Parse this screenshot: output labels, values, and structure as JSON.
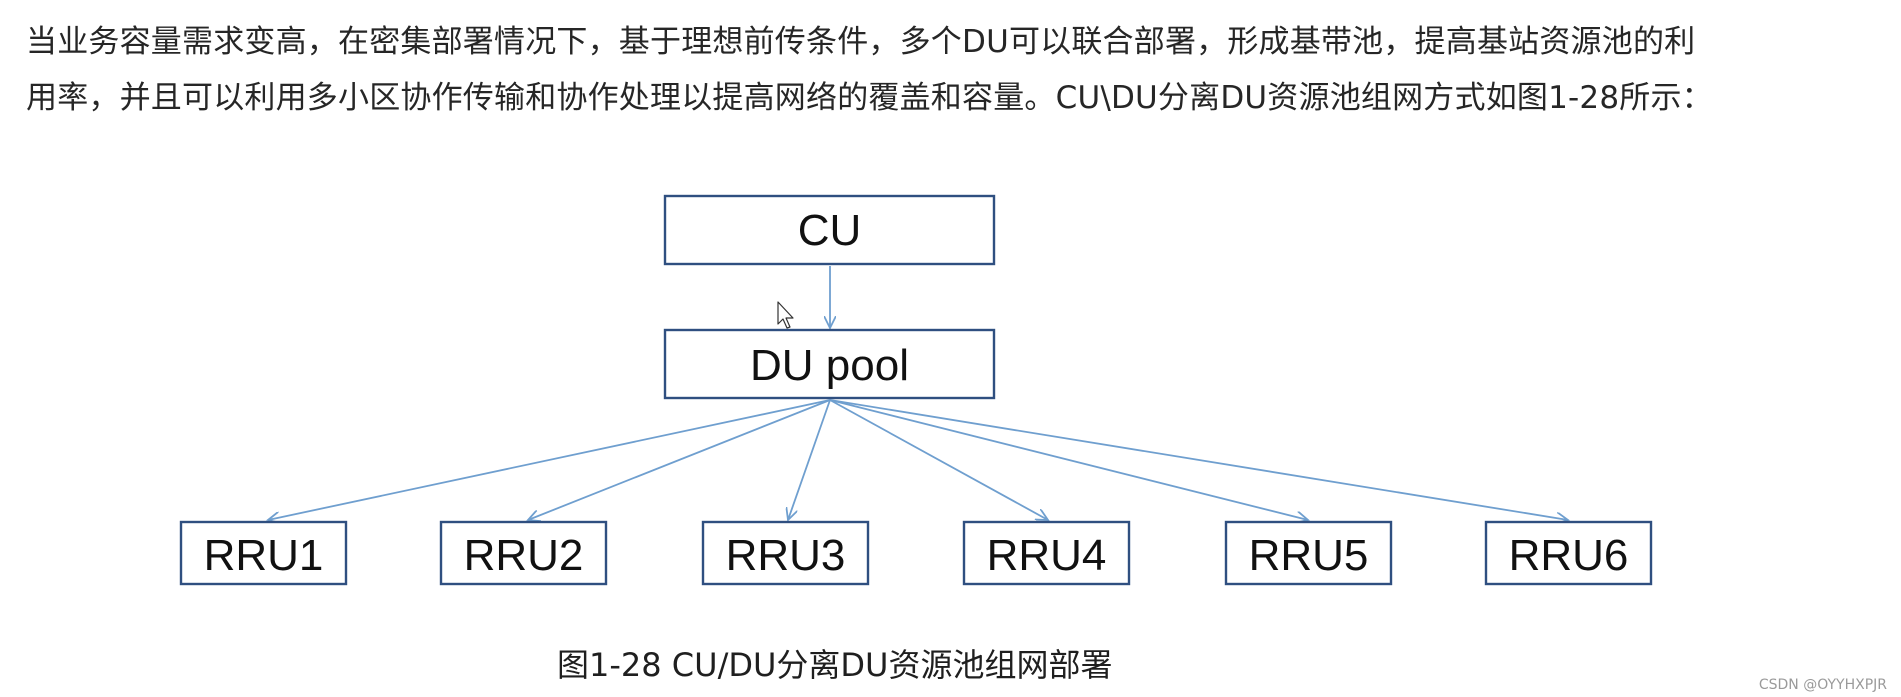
{
  "paragraph": {
    "line1": "当业务容量需求变高，在密集部署情况下，基于理想前传条件，多个DU可以联合部署，形成基带池，提高基站资源池的利",
    "line2": "用率，并且可以利用多小区协作传输和协作处理以提高网络的覆盖和容量。CU\\DU分离DU资源池组网方式如图1-28所示："
  },
  "diagram": {
    "nodes": {
      "cu": "CU",
      "du_pool": "DU pool",
      "rru": [
        "RRU1",
        "RRU2",
        "RRU3",
        "RRU4",
        "RRU5",
        "RRU6"
      ]
    },
    "edges": [
      [
        "CU",
        "DU pool"
      ],
      [
        "DU pool",
        "RRU1"
      ],
      [
        "DU pool",
        "RRU2"
      ],
      [
        "DU pool",
        "RRU3"
      ],
      [
        "DU pool",
        "RRU4"
      ],
      [
        "DU pool",
        "RRU5"
      ],
      [
        "DU pool",
        "RRU6"
      ]
    ],
    "colors": {
      "box_border": "#2f4f80",
      "arrow": "#6f9fcf"
    }
  },
  "caption": "图1-28  CU/DU分离DU资源池组网部署",
  "watermark": "CSDN @OYYHXPJR",
  "cursor_icon": "mouse-pointer-icon"
}
